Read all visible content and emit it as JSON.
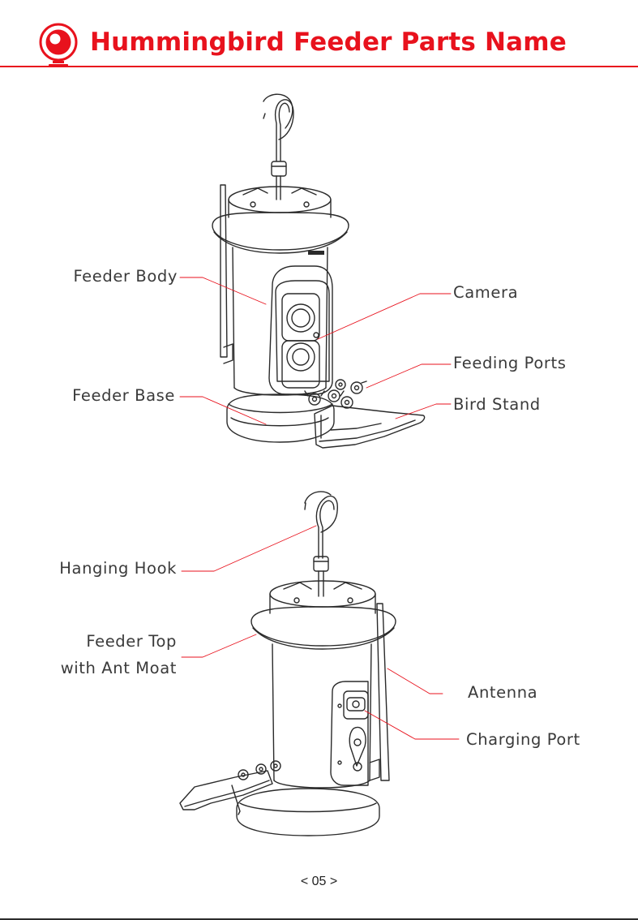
{
  "header": {
    "title": "Hummingbird Feeder Parts Name",
    "accent_color": "#e8121d",
    "logo_icon": "camera-lens-logo-icon"
  },
  "figure_top": {
    "labels": {
      "feeder_body": "Feeder Body",
      "feeder_base": "Feeder Base",
      "camera": "Camera",
      "feeding_ports": "Feeding Ports",
      "bird_stand": "Bird Stand"
    }
  },
  "figure_bottom": {
    "labels": {
      "hanging_hook": "Hanging Hook",
      "feeder_top_line1": "Feeder Top",
      "feeder_top_line2": "with Ant Moat",
      "antenna": "Antenna",
      "charging_port": "Charging Port"
    }
  },
  "footer": {
    "page_number": "< 05 >"
  },
  "colors": {
    "leader_line": "#e8121d",
    "drawing_stroke": "#2a2a2a",
    "label_text": "#3a3a3a"
  }
}
